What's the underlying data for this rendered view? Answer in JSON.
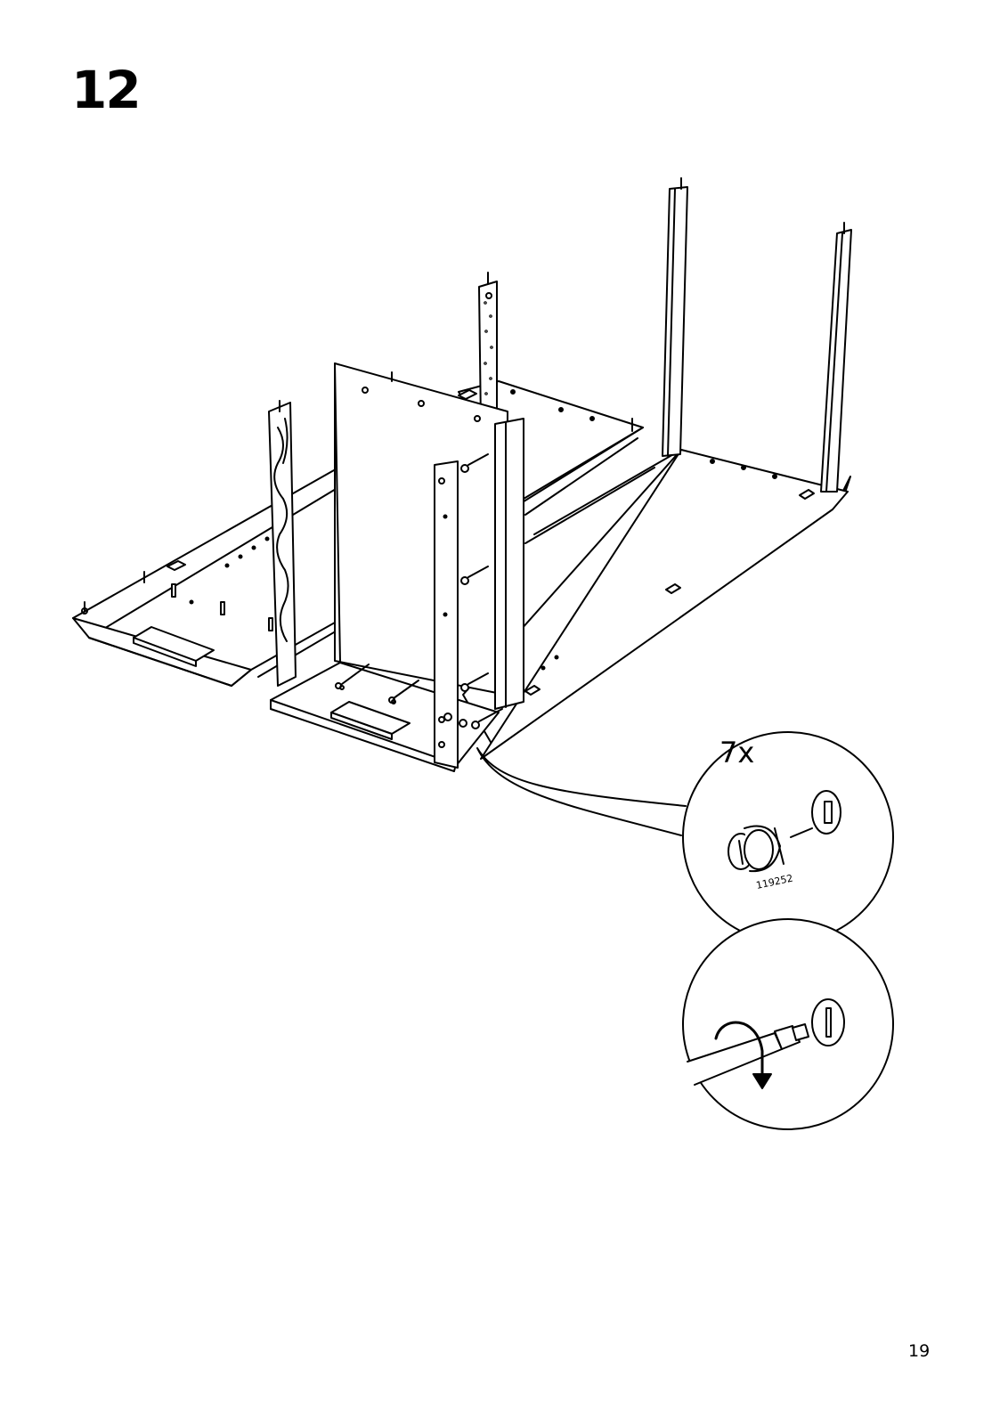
{
  "step": {
    "number": "12"
  },
  "detail": {
    "quantity": "7x",
    "part_number": "119252"
  },
  "page": {
    "number": "19"
  },
  "icons": [
    "cam-lock-fitting-icon",
    "screwdriver-icon",
    "clockwise-turn-arrow-icon"
  ]
}
